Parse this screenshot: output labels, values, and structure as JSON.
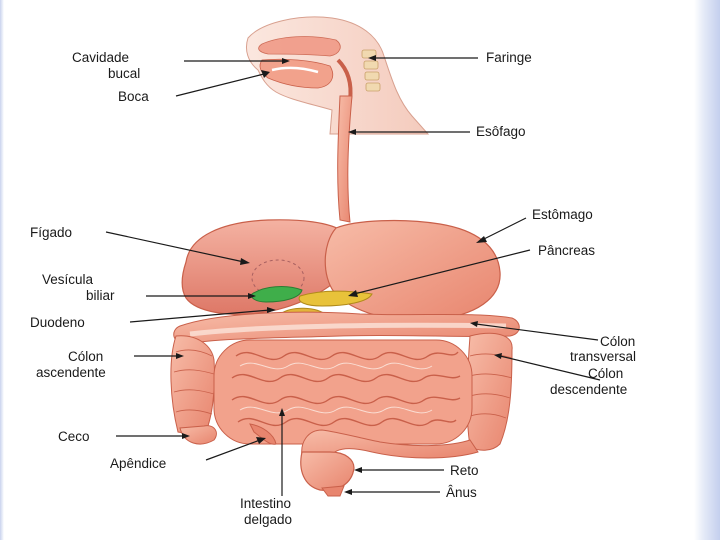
{
  "labels": {
    "cavidade_bucal_1": "Cavidade",
    "cavidade_bucal_2": "bucal",
    "boca": "Boca",
    "faringe": "Faringe",
    "esofago": "Esôfago",
    "estomago": "Estômago",
    "figado": "Fígado",
    "pancreas": "Pâncreas",
    "vesicula_1": "Vesícula",
    "vesicula_2": "biliar",
    "duodeno": "Duodeno",
    "colon_transversal_1": "Cólon",
    "colon_transversal_2": "transversal",
    "colon_ascendente_1": "Cólon",
    "colon_ascendente_2": "ascendente",
    "colon_descendente_1": "Cólon",
    "colon_descendente_2": "descendente",
    "ceco": "Ceco",
    "apendice": "Apêndice",
    "reto": "Reto",
    "anus": "Ânus",
    "intestino_1": "Intestino",
    "intestino_2": "delgado"
  },
  "colors": {
    "organ_fill": "#f2a28c",
    "organ_stroke": "#c9604a",
    "liver_fill": "#e98d7f",
    "gallbladder": "#3fae4a",
    "pancreas": "#e8c23a",
    "bone": "#f1d9b0"
  }
}
